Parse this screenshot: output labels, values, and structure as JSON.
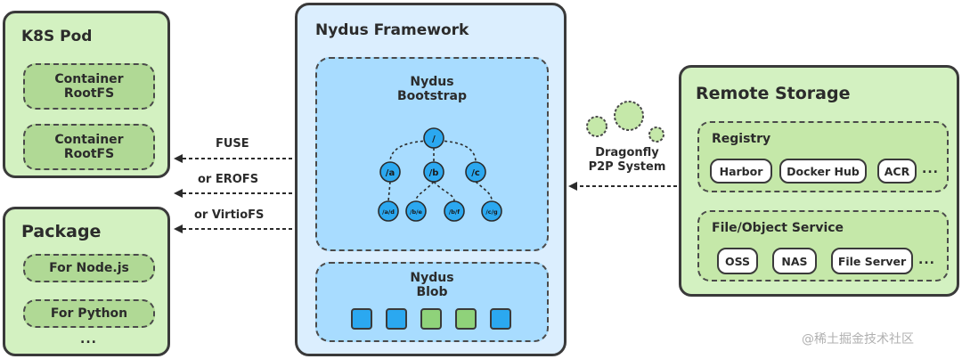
{
  "k8s_pod": {
    "title": "K8S Pod",
    "items": [
      "Container\nRootFS",
      "Container\nRootFS"
    ]
  },
  "package": {
    "title": "Package",
    "items": [
      "For Node.js",
      "For Python"
    ],
    "ellipsis": "..."
  },
  "nydus": {
    "title": "Nydus Framework",
    "bootstrap": {
      "title": "Nydus\nBootstrap",
      "tree": {
        "root": "/",
        "level1": [
          "/a",
          "/b",
          "/c"
        ],
        "level2": [
          "/a/d",
          "/b/e",
          "/b/f",
          "/c/g"
        ]
      }
    },
    "blob": {
      "title": "Nydus\nBlob",
      "colors": [
        "#2ba8f0",
        "#2ba8f0",
        "#8fd27a",
        "#8fd27a",
        "#2ba8f0"
      ]
    }
  },
  "arrows": {
    "fuse": "FUSE",
    "erofs": "or EROFS",
    "virtiofs": "or VirtioFS"
  },
  "dragonfly": {
    "label": "Dragonfly\nP2P System"
  },
  "remote": {
    "title": "Remote Storage",
    "registry": {
      "title": "Registry",
      "items": [
        "Harbor",
        "Docker Hub",
        "ACR"
      ],
      "ellipsis": "..."
    },
    "file_object": {
      "title": "File/Object Service",
      "items": [
        "OSS",
        "NAS",
        "File Server"
      ],
      "ellipsis": "..."
    }
  },
  "watermark": "@稀土掘金技术社区"
}
